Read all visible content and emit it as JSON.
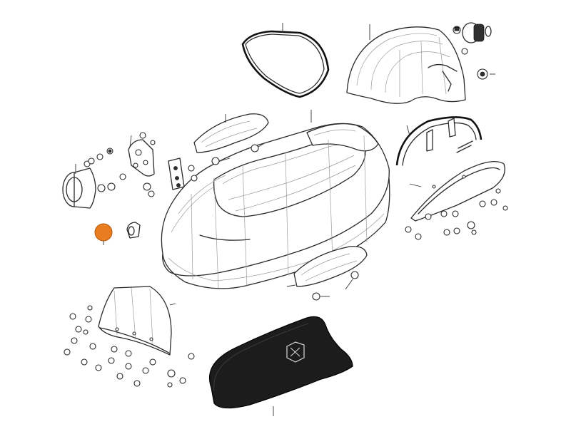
{
  "diagram": {
    "colors": {
      "outline": "#2a2a2a",
      "seat_pad": "#1c1c1c",
      "reflector": "#e87c1e",
      "background": "#ffffff"
    },
    "parts": [
      "seal-gasket",
      "rear-fender",
      "taillight",
      "mudguard-stay",
      "mudguard-plate",
      "sidecar-body",
      "handle-grip",
      "windshield",
      "seat-pad",
      "headlamp",
      "mount-bracket",
      "side-reflector",
      "bolt-kit"
    ]
  }
}
